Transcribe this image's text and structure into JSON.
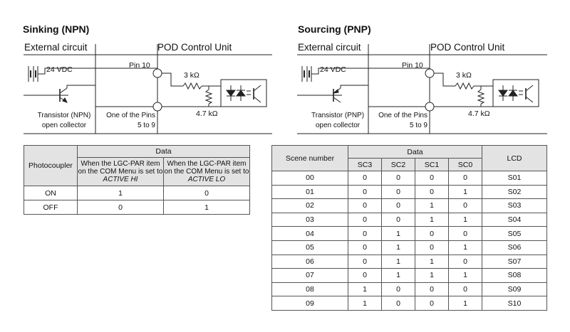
{
  "npn": {
    "title": "Sinking (NPN)",
    "external": "External circuit",
    "pod": "POD Control Unit",
    "vdc": "24 VDC",
    "pin10": "Pin 10",
    "r1": "3 kΩ",
    "r2": "4.7 kΩ",
    "transistor_line1": "Transistor (NPN)",
    "transistor_line2": "open collector",
    "pins_line1": "One of the Pins",
    "pins_line2": "5 to 9"
  },
  "pnp": {
    "title": "Sourcing (PNP)",
    "external": "External circuit",
    "pod": "POD Control Unit",
    "vdc": "24 VDC",
    "pin10": "Pin 10",
    "r1": "3 kΩ",
    "r2": "4.7 kΩ",
    "transistor_line1": "Transistor (PNP)",
    "transistor_line2": "open collector",
    "pins_line1": "One of the Pins",
    "pins_line2": "5 to 9"
  },
  "photo_table": {
    "col_photocoupler": "Photocoupler",
    "col_data": "Data",
    "hi_pre": "When the LGC-PAR item on the COM Menu is set to ",
    "hi_em": "ACTIVE HI",
    "lo_pre": "When the LGC-PAR item on the COM Menu is set to ",
    "lo_em": "ACTIVE LO",
    "rows": [
      {
        "state": "ON",
        "hi": "1",
        "lo": "0"
      },
      {
        "state": "OFF",
        "hi": "0",
        "lo": "1"
      }
    ]
  },
  "scene_table": {
    "col_scene": "Scene number",
    "col_data": "Data",
    "col_lcd": "LCD",
    "bits": [
      "SC3",
      "SC2",
      "SC1",
      "SC0"
    ],
    "rows": [
      {
        "scene": "00",
        "sc3": "0",
        "sc2": "0",
        "sc1": "0",
        "sc0": "0",
        "lcd": "S01"
      },
      {
        "scene": "01",
        "sc3": "0",
        "sc2": "0",
        "sc1": "0",
        "sc0": "1",
        "lcd": "S02"
      },
      {
        "scene": "02",
        "sc3": "0",
        "sc2": "0",
        "sc1": "1",
        "sc0": "0",
        "lcd": "S03"
      },
      {
        "scene": "03",
        "sc3": "0",
        "sc2": "0",
        "sc1": "1",
        "sc0": "1",
        "lcd": "S04"
      },
      {
        "scene": "04",
        "sc3": "0",
        "sc2": "1",
        "sc1": "0",
        "sc0": "0",
        "lcd": "S05"
      },
      {
        "scene": "05",
        "sc3": "0",
        "sc2": "1",
        "sc1": "0",
        "sc0": "1",
        "lcd": "S06"
      },
      {
        "scene": "06",
        "sc3": "0",
        "sc2": "1",
        "sc1": "1",
        "sc0": "0",
        "lcd": "S07"
      },
      {
        "scene": "07",
        "sc3": "0",
        "sc2": "1",
        "sc1": "1",
        "sc0": "1",
        "lcd": "S08"
      },
      {
        "scene": "08",
        "sc3": "1",
        "sc2": "0",
        "sc1": "0",
        "sc0": "0",
        "lcd": "S09"
      },
      {
        "scene": "09",
        "sc3": "1",
        "sc2": "0",
        "sc1": "0",
        "sc0": "1",
        "lcd": "S10"
      }
    ]
  }
}
